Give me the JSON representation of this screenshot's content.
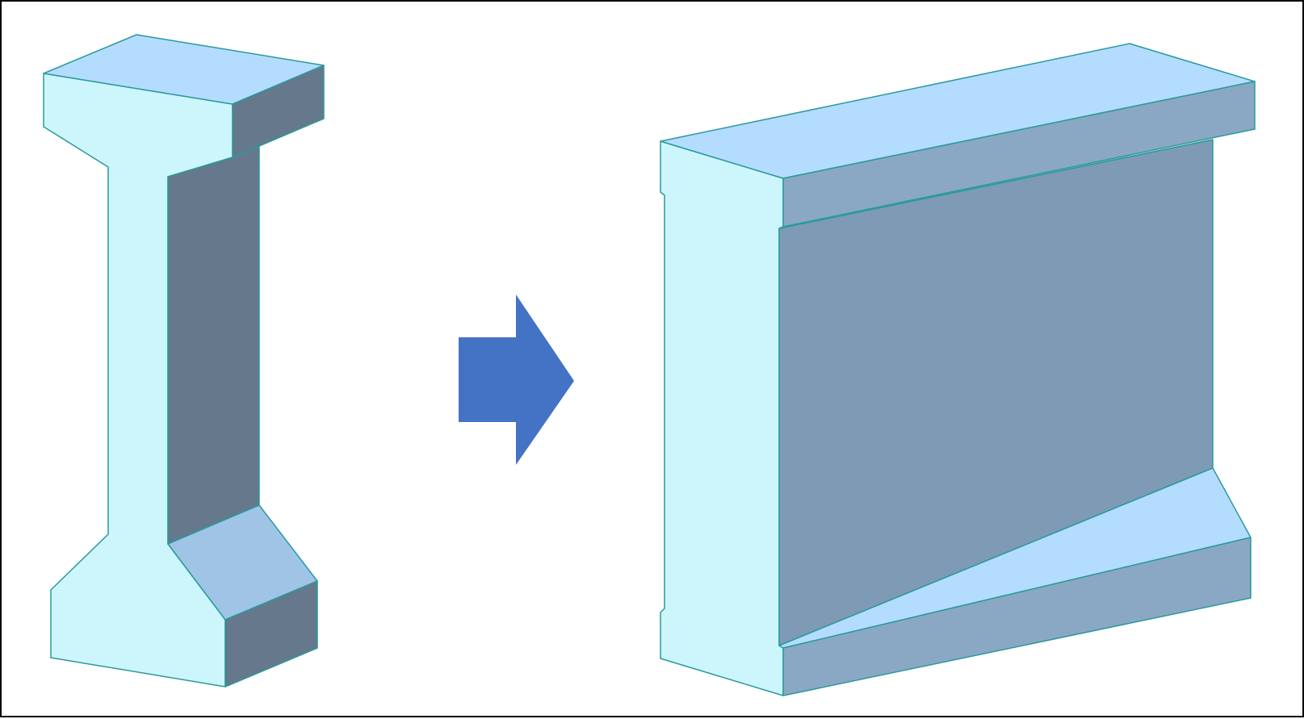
{
  "colors": {
    "background": "#ffffff",
    "border": "#000000",
    "edge": "#2a9a9a",
    "front_face": "#ccf6fb",
    "top_face": "#b4dcff",
    "dark_side": "#66788c",
    "web_face": "#7f9ab5",
    "side_face": "#8aa8c4",
    "slope_face": "#a0c4e6",
    "arrow": "#4472c4"
  },
  "figures": [
    {
      "name": "tapered-girder-section",
      "kind": "3d-solid"
    },
    {
      "name": "transition-arrow",
      "kind": "arrow-right"
    },
    {
      "name": "extruded-tapered-girder",
      "kind": "3d-solid"
    }
  ]
}
